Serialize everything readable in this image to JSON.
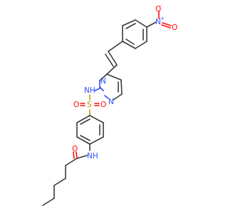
{
  "atoms": {
    "nitro_n": "N",
    "nitro_n_charge": "+",
    "nitro_o_minus": "O",
    "nitro_o_minus_charge": "-",
    "nitro_o": "O",
    "pyrimidine_n1": "N",
    "pyrimidine_n3": "N",
    "sulfonamide_nh": "NH",
    "sulfur": "S",
    "sulfonyl_o_left": "O",
    "sulfonyl_o_right": "O",
    "amide_nh": "NH",
    "amide_o": "O"
  },
  "colors": {
    "carbon": "#3a3a3a",
    "nitrogen": "#3050f8",
    "oxygen": "#ff0d0d",
    "sulfur": "#b89400"
  }
}
